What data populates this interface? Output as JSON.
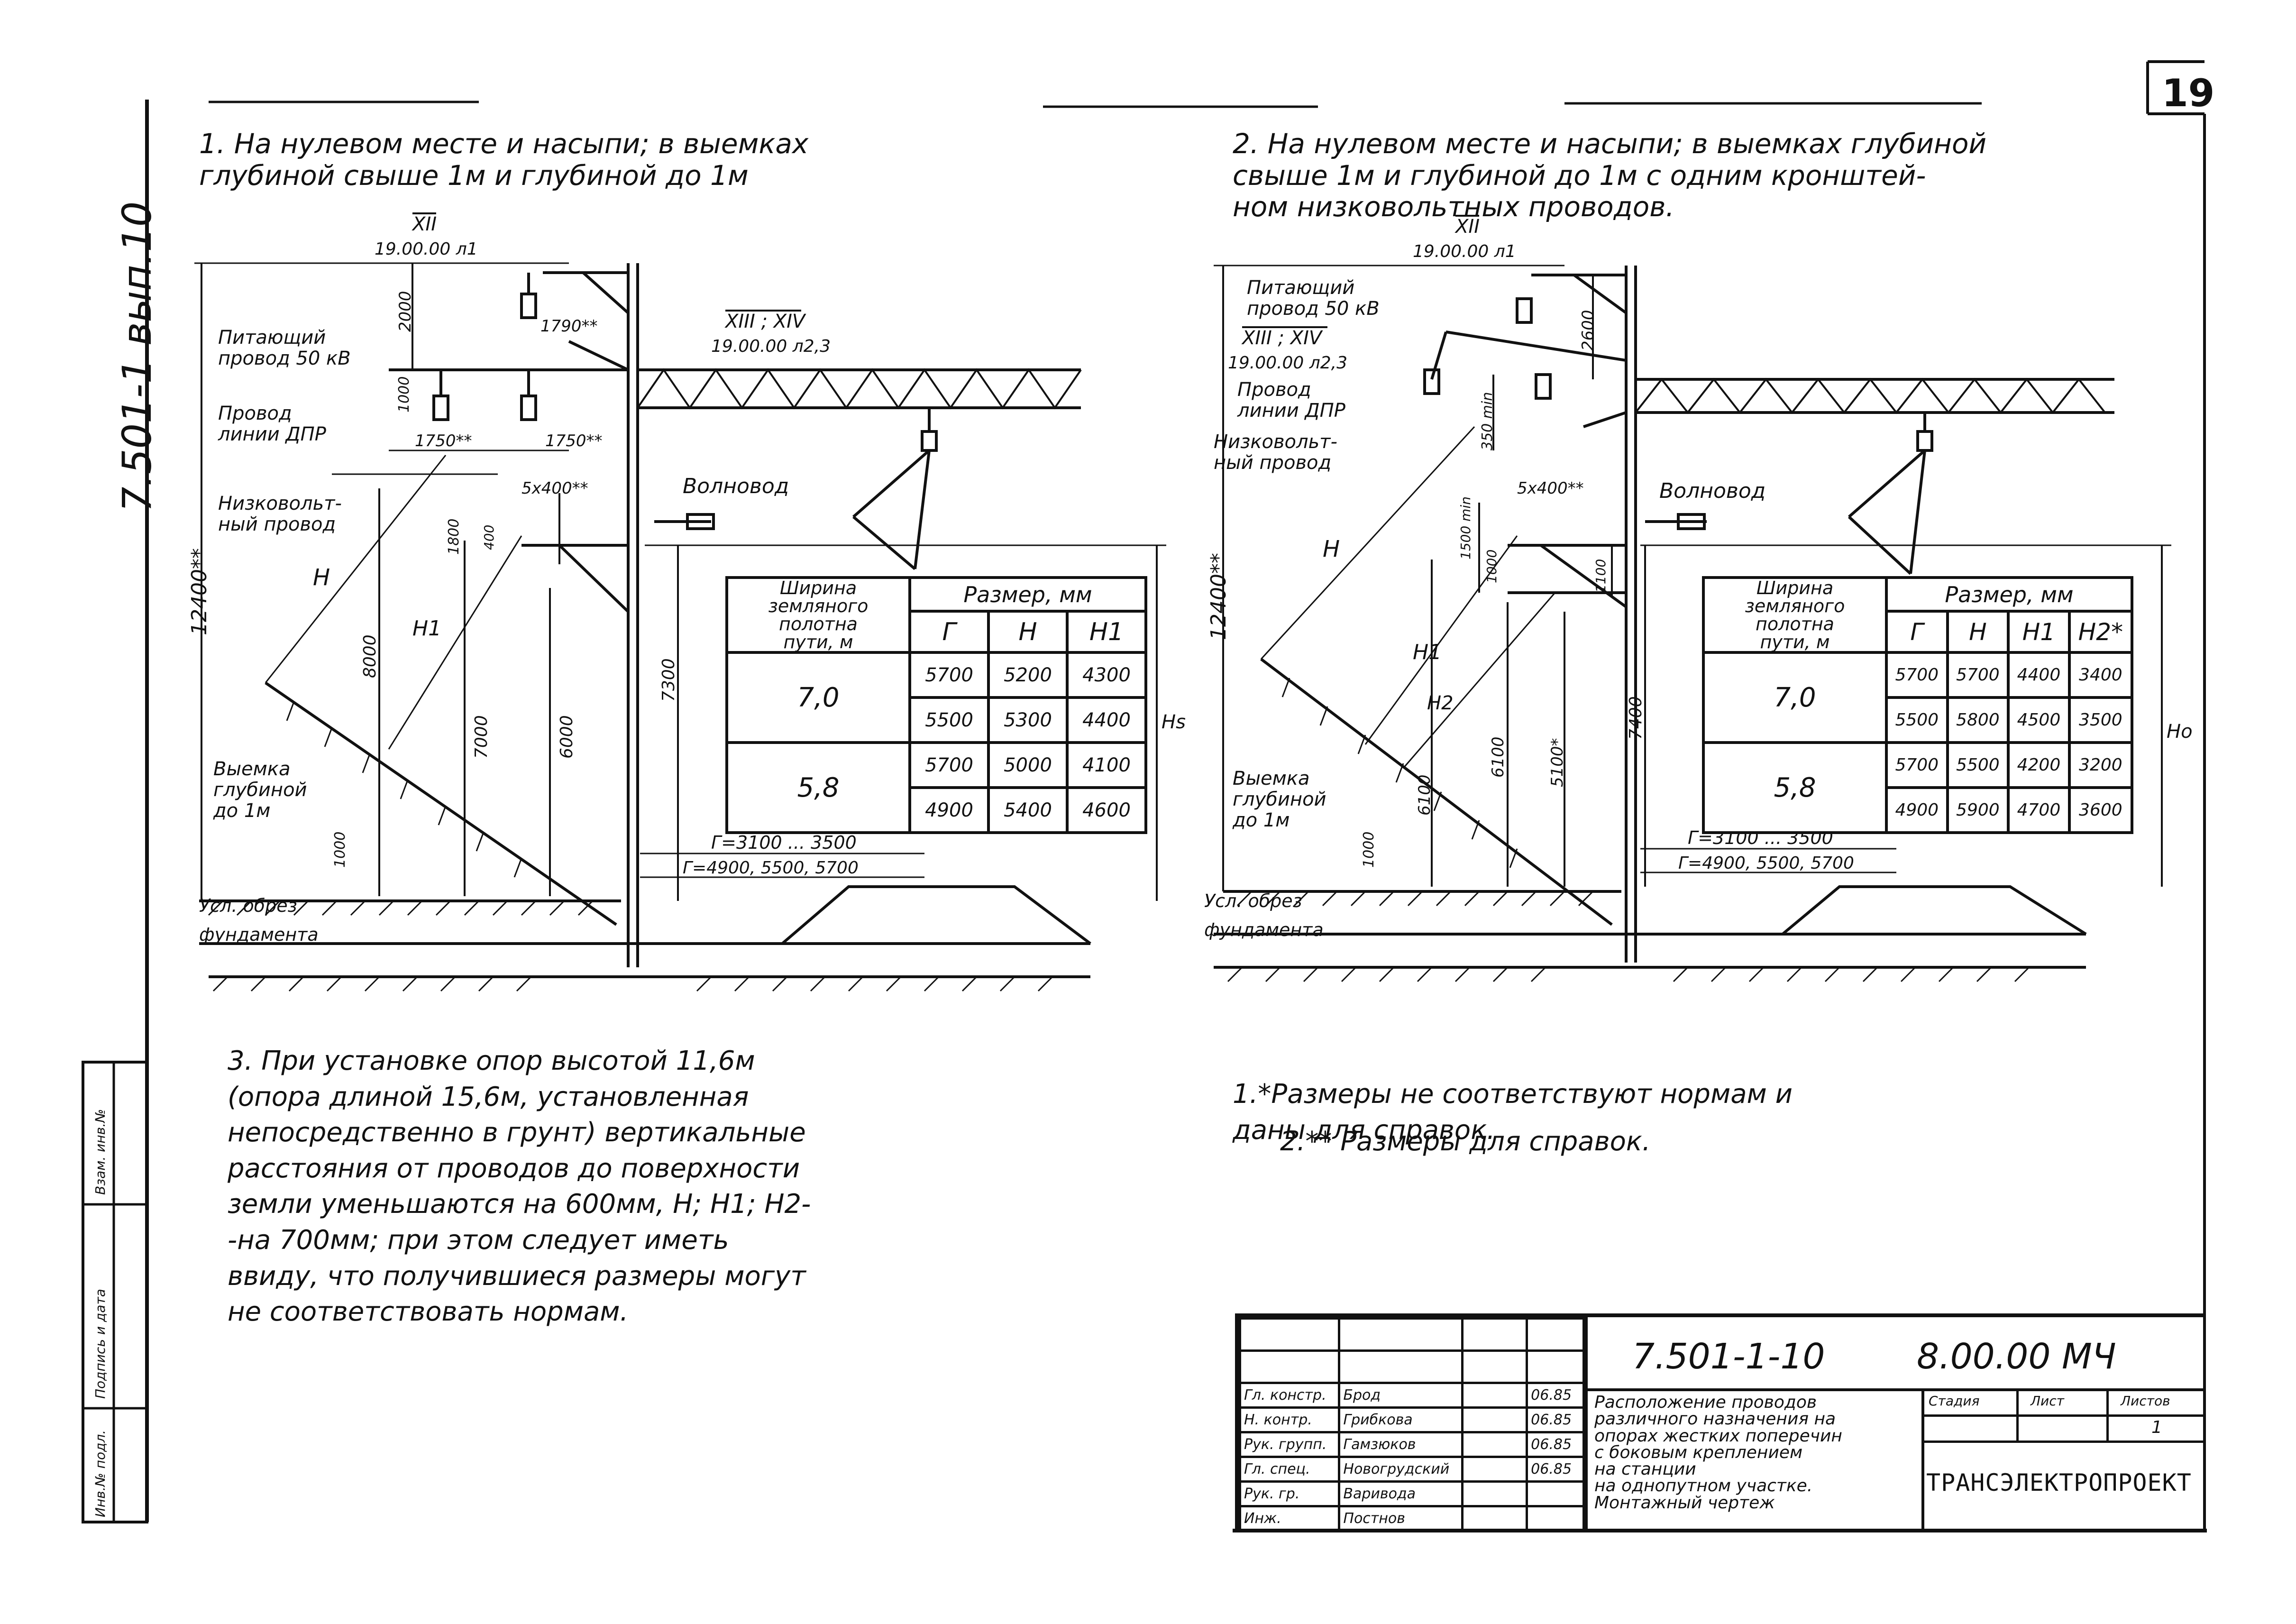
{
  "sheet": {
    "page_number": "19",
    "side_label": "7.501-1  вып.10",
    "stamp_labels": [
      "Инв.№ подл.",
      "Подпись и дата",
      "Взам. инв.№"
    ]
  },
  "diagram1": {
    "heading": "1. На нулевом месте и насыпи; в выемках\nглубиной свыше 1м и глубиной до 1м",
    "ref_top": "XII",
    "ref_top_sub": "19.00.00 л1",
    "ref_right": "XIII ; XIV",
    "ref_right_sub": "19.00.00 л2,3",
    "labels": {
      "feeder": "Питающий\nпровод 50 кВ",
      "dpr": "Провод\nлинии ДПР",
      "lowvolt": "Низковольт-\nный провод",
      "waveguide": "Волновод",
      "cut": "Выемка\nглубиной\nдо 1м",
      "foundation": "Усл. обрез\nфундамента"
    },
    "dims": {
      "d2000": "2000",
      "d1000": "1000",
      "d1790": "1790**",
      "d1750a": "1750**",
      "d1750b": "1750**",
      "d5x400": "5х400**",
      "d1800": "1800",
      "d400": "400",
      "d12400": "12400**",
      "d8000": "8000",
      "d7000": "7000",
      "d6000": "6000",
      "d7300": "7300",
      "d1000b": "1000",
      "H": "H",
      "H1": "H1",
      "Hs": "Hs",
      "g1": "Г=3100 ... 3500",
      "g2": "Г=4900, 5500, 5700"
    },
    "table": {
      "header_width": "Ширина\nземляного\nполотна\nпути, м",
      "header_size": "Размер, мм",
      "cols": [
        "Г",
        "H",
        "H1"
      ],
      "rows": [
        {
          "width": "7,0",
          "values": [
            [
              "5700",
              "5200",
              "4300"
            ],
            [
              "5500",
              "5300",
              "4400"
            ]
          ]
        },
        {
          "width": "5,8",
          "values": [
            [
              "5700",
              "5000",
              "4100"
            ],
            [
              "4900",
              "5400",
              "4600"
            ]
          ]
        }
      ]
    }
  },
  "diagram2": {
    "heading": "2. На нулевом месте и насыпи; в выемках глубиной\nсвыше 1м и глубиной до 1м  с одним кронштей-\nном низковольтных проводов.",
    "ref_top": "XII",
    "ref_top_sub": "19.00.00 л1",
    "ref_mid": "XIII ; XIV",
    "ref_mid_sub": "19.00.00  л2,3",
    "labels": {
      "feeder": "Питающий\nпровод 50 кВ",
      "dpr": "Провод\nлинии ДПР",
      "lowvolt": "Низковольт-\nный провод",
      "waveguide": "Волновод",
      "cut": "Выемка\nглубиной\nдо 1м",
      "foundation": "Усл. обрез\nфундамента"
    },
    "dims": {
      "d2600": "2600",
      "d350": "350 min",
      "d5x400": "5х400**",
      "d1500": "1500 min",
      "d1000": "1000",
      "d1100": "1100",
      "d12400": "12400**",
      "d6100a": "6100",
      "d6100b": "6100",
      "d5100": "5100*",
      "d7400": "7400",
      "d1000b": "1000",
      "H": "H",
      "H1": "H1",
      "H2": "H2",
      "Ho": "Ho",
      "g1": "Г=3100 ... 3500",
      "g2": "Г=4900, 5500, 5700"
    },
    "table": {
      "header_width": "Ширина\nземляного\nполотна\nпути, м",
      "header_size": "Размер, мм",
      "cols": [
        "Г",
        "H",
        "H1",
        "H2*"
      ],
      "rows": [
        {
          "width": "7,0",
          "values": [
            [
              "5700",
              "5700",
              "4400",
              "3400"
            ],
            [
              "5500",
              "5800",
              "4500",
              "3500"
            ]
          ]
        },
        {
          "width": "5,8",
          "values": [
            [
              "5700",
              "5500",
              "4200",
              "3200"
            ],
            [
              "4900",
              "5900",
              "4700",
              "3600"
            ]
          ]
        }
      ]
    }
  },
  "notes": {
    "note3": "3. При установке опор высотой 11,6м\n(опора длиной 15,6м, установленная\nнепосредственно в грунт) вертикальные\nрасстояния от проводов до поверхности\nземли уменьшаются на 600мм, Н; Н1; Н2-\n-на 700мм; при этом следует иметь\nввиду, что получившиеся размеры могут\nне соответствовать нормам.",
    "footnote1": "1.*Размеры не соответствуют нормам и\nданы для справок.",
    "footnote2": "2.** Размеры для справок."
  },
  "title_block": {
    "doc_number": "7.501-1-10",
    "doc_code": "8.00.00 МЧ",
    "title": "Расположение проводов\nразличного назначения на\nопорах жестких поперечин\nс боковым креплением\nна станции\nна однопутном участке.\nМонтажный чертеж",
    "col_stage": "Стадия",
    "col_sheet": "Лист",
    "col_sheets": "Листов",
    "sheets_value": "1",
    "company": "ТРАНСЭЛЕКТРОПРОЕКТ",
    "staff": [
      {
        "role": "Гл. констр.",
        "name": "Брод",
        "date": "06.85"
      },
      {
        "role": "Н. контр.",
        "name": "Грибкова",
        "date": "06.85"
      },
      {
        "role": "Рук. групп.",
        "name": "Гамзюков",
        "date": "06.85"
      },
      {
        "role": "Гл. спец.",
        "name": "Новогрудский",
        "date": "06.85"
      },
      {
        "role": "Рук. гр.",
        "name": "Варивода",
        "date": ""
      },
      {
        "role": "Инж.",
        "name": "Постнов",
        "date": ""
      }
    ]
  }
}
